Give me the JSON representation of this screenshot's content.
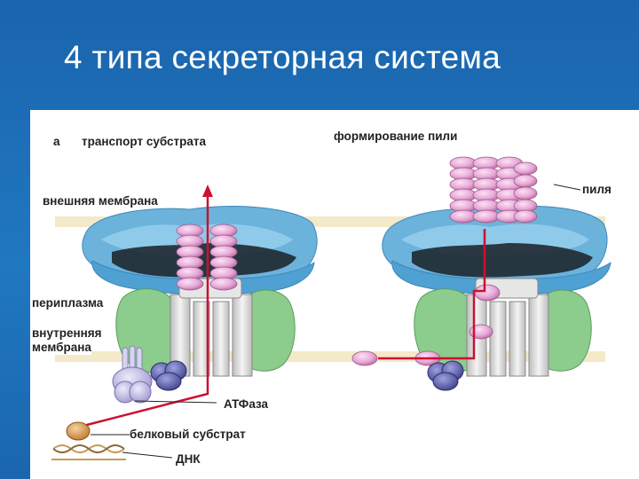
{
  "slide": {
    "title": "4 типа секреторная система"
  },
  "diagram": {
    "panel_letter": "a",
    "left_title": "транспорт субстрата",
    "right_title": "формирование пили",
    "labels": {
      "outer_membrane": "внешняя мембрана",
      "periplasm": "периплазма",
      "inner_membrane_line1": "внутренняя",
      "inner_membrane_line2": "мембрана",
      "atpase": "АТФаза",
      "protein_substrate": "белковый субстрат",
      "dna": "ДНК",
      "pilus": "пиля"
    },
    "colors": {
      "background": "#1d6fb4",
      "membrane_band": "#f4e9c8",
      "outer_complex": "#6cb3dc",
      "dark_core": "#1e2830",
      "periplasmic_green": "#8ccc8c",
      "channel_grey": "#e6e6e6",
      "pilin_pink": "#e7a8d8",
      "atpase_lilac": "#b8b2de",
      "atpase_blue": "#5b5ea6",
      "arrow_red": "#cc1030",
      "substrate_orange": "#d79a48"
    }
  }
}
